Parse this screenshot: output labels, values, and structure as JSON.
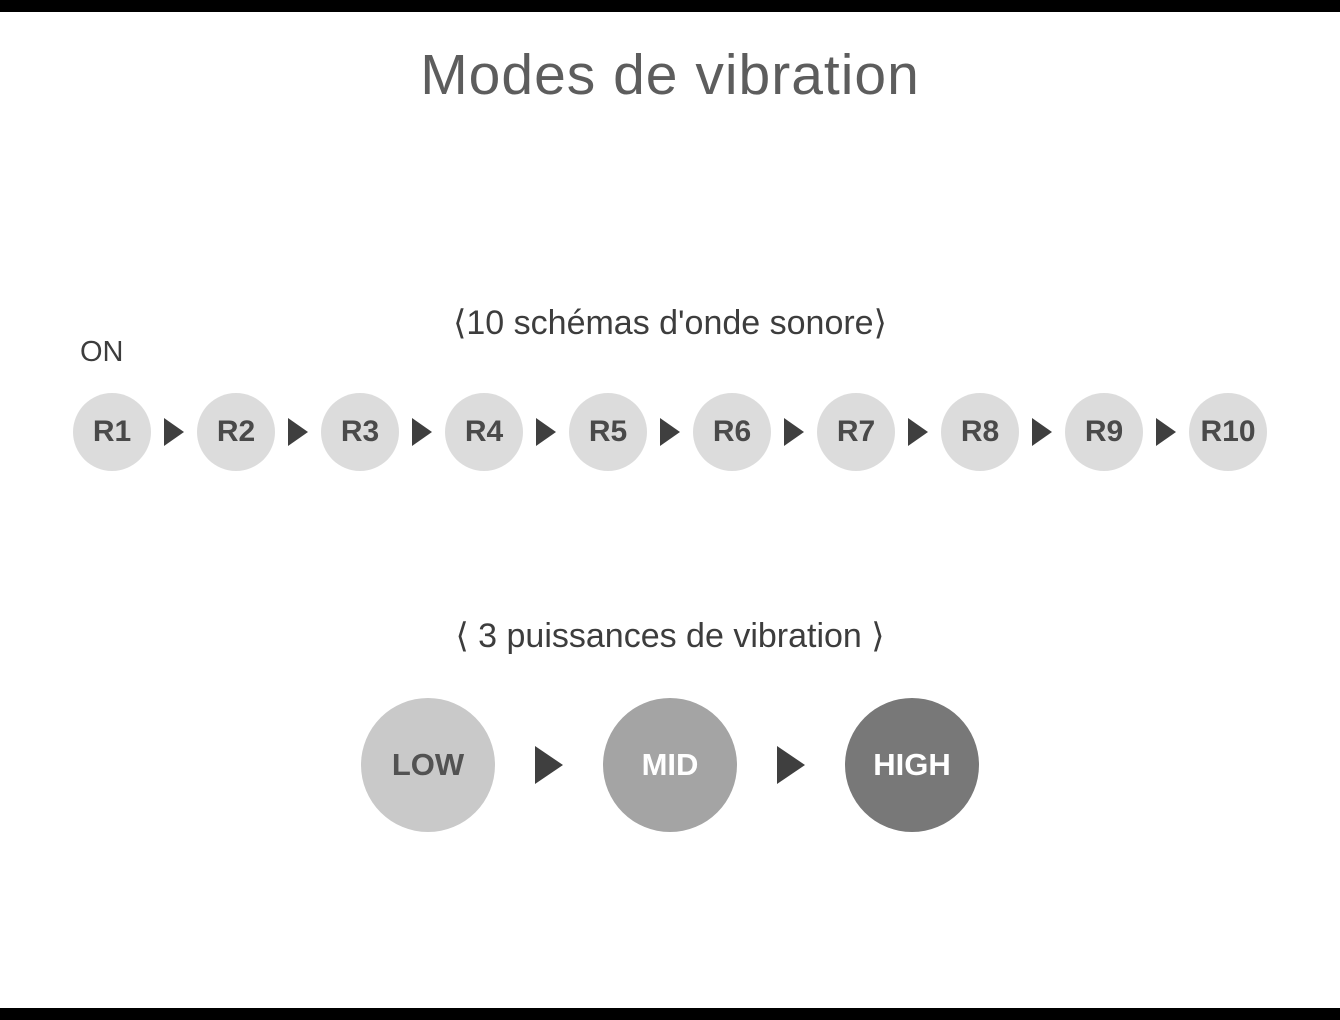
{
  "page": {
    "title": "Modes de vibration"
  },
  "wave_section": {
    "heading": "⟨10 schémas d'onde sonore⟩",
    "on_label": "ON",
    "modes": [
      "R1",
      "R2",
      "R3",
      "R4",
      "R5",
      "R6",
      "R7",
      "R8",
      "R9",
      "R10"
    ],
    "circle_color": "#dcdcdc",
    "text_color": "#4a4a4a"
  },
  "power_section": {
    "heading": "⟨ 3 puissances de vibration ⟩",
    "levels": [
      {
        "label": "LOW",
        "circle_color": "#c9c9c9",
        "text_color": "#525252"
      },
      {
        "label": "MID",
        "circle_color": "#a4a4a4",
        "text_color": "#ffffff"
      },
      {
        "label": "HIGH",
        "circle_color": "#787878",
        "text_color": "#ffffff"
      }
    ]
  },
  "colors": {
    "arrow": "#3f3f3f",
    "title_text": "#5d5d5d",
    "heading_text": "#3d3d3d",
    "frame_bar": "#000000",
    "background": "#ffffff"
  }
}
